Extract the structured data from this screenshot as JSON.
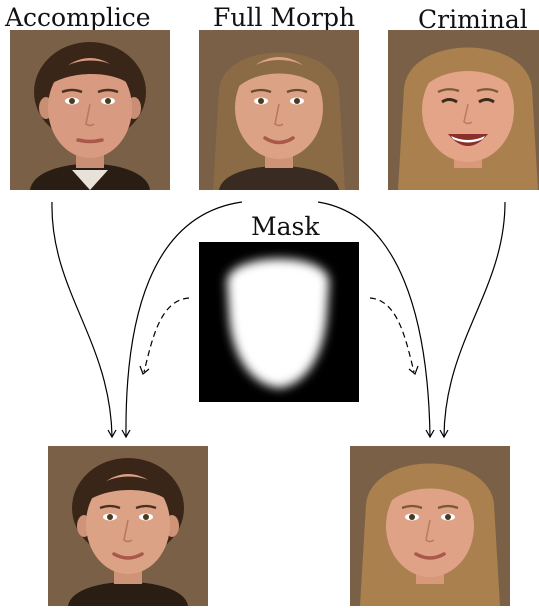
{
  "labels": {
    "accomplice": "Accomplice",
    "full_morph": "Full Morph",
    "criminal": "Criminal",
    "mask": "Mask"
  },
  "colors": {
    "background": "#7a6046",
    "skin": "#d9a589",
    "dark_hair": "#3a2618",
    "light_hair": "#a9804e",
    "mask_bg": "#000000",
    "mask_fg": "#ffffff"
  }
}
